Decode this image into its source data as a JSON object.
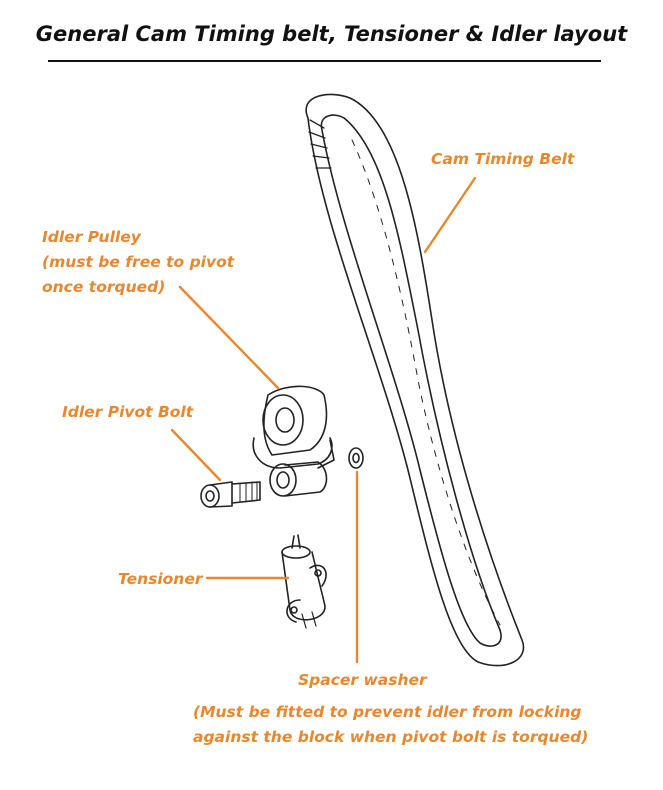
{
  "title": "General Cam Timing belt, Tensioner & Idler layout",
  "labels": {
    "cam_belt": "Cam Timing Belt",
    "idler_pulley_1": "Idler Pulley",
    "idler_pulley_2": "(must be free to pivot",
    "idler_pulley_3": "once torqued)",
    "idler_pivot_bolt": "Idler Pivot Bolt",
    "tensioner": "Tensioner",
    "spacer_washer": "Spacer washer",
    "spacer_note_1": "(Must be fitted to prevent idler from locking",
    "spacer_note_2": "against the block when pivot bolt is torqued)"
  },
  "colors": {
    "label": "#e8872e",
    "drawing": "#222222",
    "title": "#111111"
  }
}
